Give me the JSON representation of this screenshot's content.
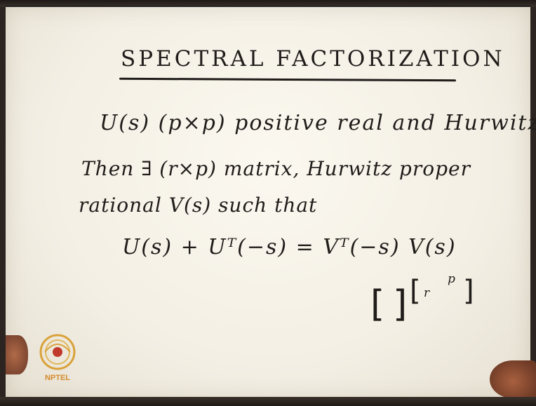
{
  "board": {
    "title": "SPECTRAL FACTORIZATION",
    "line1": "U(s)   (p×p)   positive real and Hurwitz",
    "line2": "Then ∃  (r×p) matrix, Hurwitz proper",
    "line3": "rational   V(s)   such that",
    "equation": "U(s)  +  Uᵀ(−s)  =  Vᵀ(−s) V(s)",
    "dim_r": "r",
    "dim_p": "p"
  },
  "logo": {
    "text": "NPTEL",
    "colors": {
      "ring": "#d9a23a",
      "center": "#c0392b",
      "text": "#d58a2b"
    }
  },
  "colors": {
    "ink": "#1f1c1a",
    "paper": "#f7f4ea"
  }
}
